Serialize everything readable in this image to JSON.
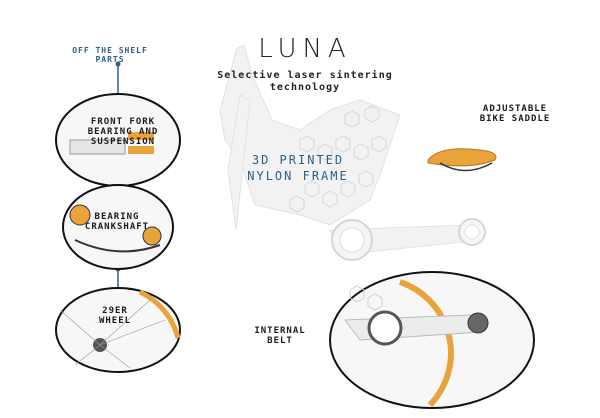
{
  "title": "LUNA",
  "subtitle": "Selective laser sintering\ntechnology",
  "frame_label": "3D PRINTED\nNYLON FRAME",
  "off_shelf_label": "OFF THE SHELF\nPARTS",
  "callouts": {
    "fork": "FRONT FORK\nBEARING AND\nSUSPENSION",
    "bearing": "BEARING\nCRANKSHAFT",
    "wheel": "29ER\nWHEEL",
    "saddle": "ADJUSTABLE\nBIKE SADDLE",
    "belt": "INTERNAL\nBELT"
  },
  "colors": {
    "accent_blue": "#2e5f8a",
    "orange": "#e8a33a",
    "frame": "#f2f2f2"
  }
}
